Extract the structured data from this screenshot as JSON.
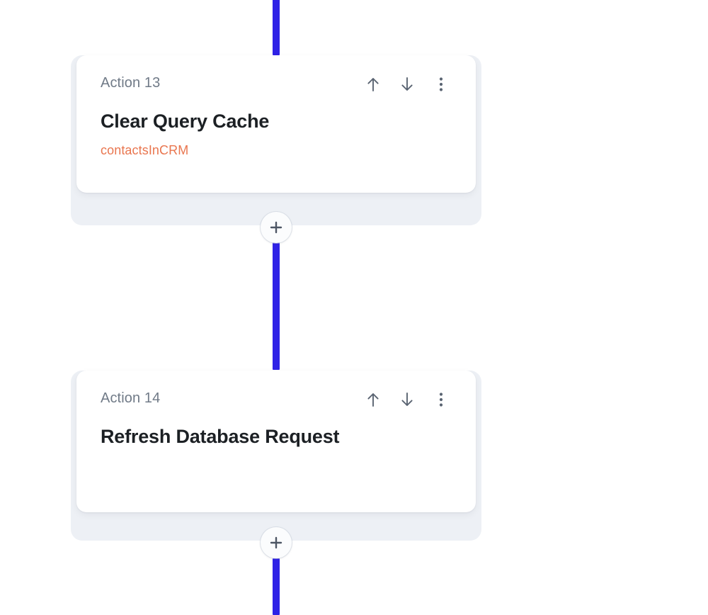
{
  "canvas": {
    "background_color": "#ffffff",
    "connector_color": "#2f22e6",
    "backing_color": "#edf0f5",
    "card_color": "#ffffff",
    "accent_orange": "#e9764f",
    "eyebrow_color": "#707a87",
    "title_color": "#1c2024",
    "icon_color": "#5a6472"
  },
  "nodes": [
    {
      "eyebrow": "Action 13",
      "title": "Clear Query Cache",
      "subtitle": "contactsInCRM",
      "actions": {
        "move_up": "move-up",
        "move_down": "move-down",
        "more": "more-options"
      }
    },
    {
      "eyebrow": "Action 14",
      "title": "Refresh Database Request",
      "subtitle": "",
      "actions": {
        "move_up": "move-up",
        "move_down": "move-down",
        "more": "more-options"
      }
    }
  ],
  "add_buttons": [
    {
      "label": "+"
    },
    {
      "label": "+"
    }
  ]
}
